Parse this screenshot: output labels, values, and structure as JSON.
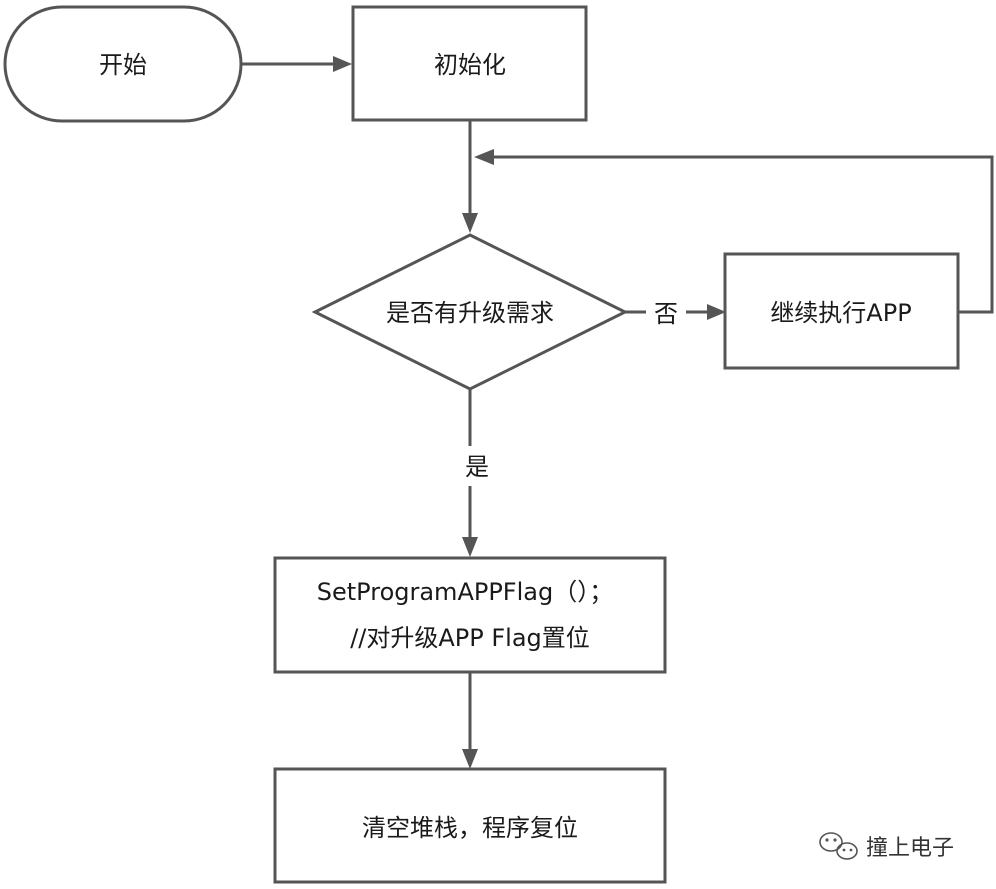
{
  "nodes": {
    "start": "开始",
    "init": "初始化",
    "decision": "是否有升级需求",
    "continue_app": "继续执行APP",
    "set_flag_line1": "SetProgramAPPFlag（）；",
    "set_flag_line2": "//对升级APP Flag置位",
    "reset": "清空堆栈，程序复位"
  },
  "edges": {
    "no_label": "否",
    "yes_label": "是"
  },
  "watermark": {
    "text": "撞上电子"
  }
}
